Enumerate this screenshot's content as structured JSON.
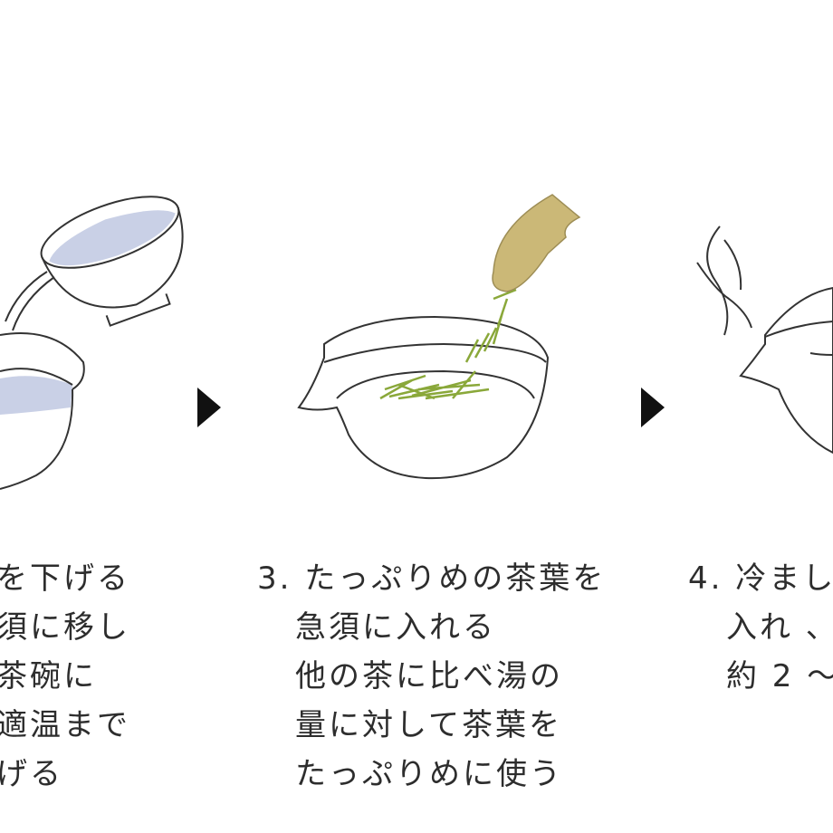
{
  "colors": {
    "stroke": "#333333",
    "water": "#c9d0e6",
    "tea_leaf": "#8aa83a",
    "tea_bag": "#cbb877",
    "arrow": "#111111"
  },
  "steps": [
    {
      "id": "step2",
      "lines": [
        "を下げる",
        "須に移し",
        "茶碗に",
        "適温まで",
        "げる"
      ]
    },
    {
      "id": "step3",
      "number": "3.",
      "lines": [
        "たっぷりめの茶葉を",
        "急須に入れる",
        "他の茶に比べ湯の",
        "量に対して茶葉を",
        "たっぷりめに使う"
      ]
    },
    {
      "id": "step4",
      "number": "4.",
      "lines": [
        "冷ました",
        "入れ 、",
        "約 2 ～"
      ]
    }
  ]
}
